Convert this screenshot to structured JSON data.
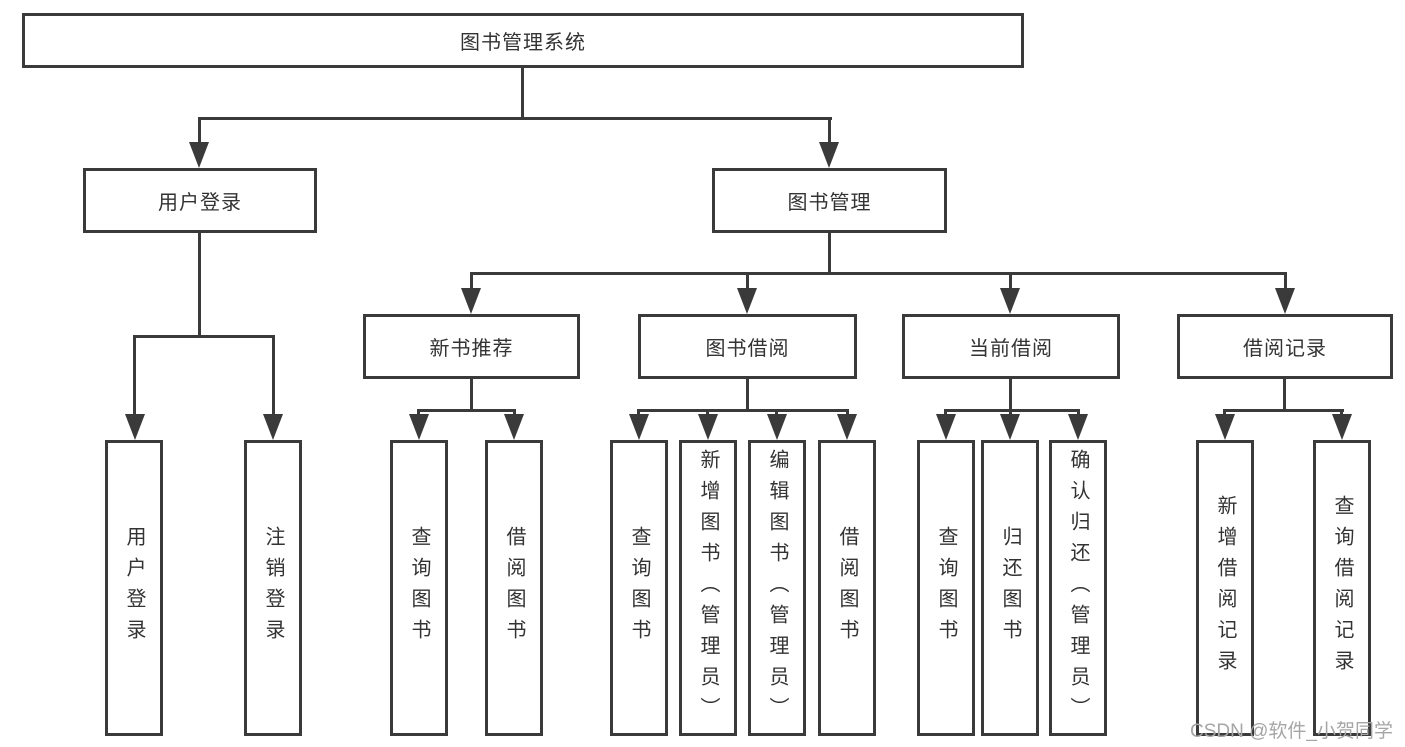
{
  "diagram_type": "tree",
  "colors": {
    "line": "#3a3a3a",
    "text": "#333333",
    "box_background": "#ffffff",
    "watermark": "#a6a6a6"
  },
  "tree": {
    "root": {
      "label": "图书管理系统"
    },
    "children": [
      {
        "label": "用户登录",
        "children": [
          {
            "label": "用户登录"
          },
          {
            "label": "注销登录"
          }
        ]
      },
      {
        "label": "图书管理",
        "children": [
          {
            "label": "新书推荐",
            "children": [
              {
                "label": "查询图书"
              },
              {
                "label": "借阅图书"
              }
            ]
          },
          {
            "label": "图书借阅",
            "children": [
              {
                "label": "查询图书"
              },
              {
                "label": "新增图书（管理员）"
              },
              {
                "label": "编辑图书（管理员）"
              },
              {
                "label": "借阅图书"
              }
            ]
          },
          {
            "label": "当前借阅",
            "children": [
              {
                "label": "查询图书"
              },
              {
                "label": "归还图书"
              },
              {
                "label": "确认归还（管理员）"
              }
            ]
          },
          {
            "label": "借阅记录",
            "children": [
              {
                "label": "新增借阅记录"
              },
              {
                "label": "查询借阅记录"
              }
            ]
          }
        ]
      }
    ]
  },
  "watermark": {
    "text": "CSDN @软件_小贺同学"
  }
}
